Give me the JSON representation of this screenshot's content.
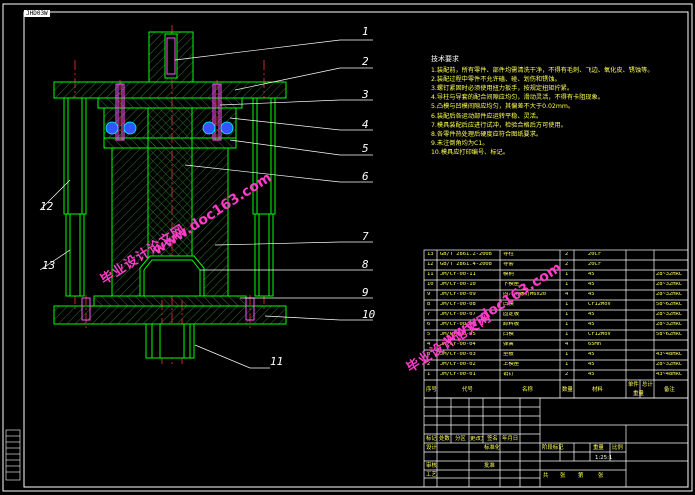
{
  "sheet_tag": "JHD03W",
  "part_labels": [
    "1",
    "2",
    "3",
    "4",
    "5",
    "6",
    "7",
    "8",
    "9",
    "10",
    "11",
    "12",
    "13"
  ],
  "notes": {
    "title": "技术要求",
    "items": [
      "1.装配前，所有零件、部件均需清洗干净，不得有毛刺、飞边、氧化皮、锈蚀等。",
      "2.装配过程中零件不允许磕、碰、划伤和锈蚀。",
      "3.螺钉紧固时必须使用扭力扳手，按规定扭矩拧紧。",
      "4.导柱与导套的配合间隙应均匀，滑动灵活，不得有卡阻现象。",
      "5.凸模与凹模间隙应均匀，其偏差不大于0.02mm。",
      "6.装配后各运动部件应运转平稳、灵活。",
      "7.模具装配后应进行试冲，检验合格后方可使用。",
      "8.各零件热处理后硬度应符合图纸要求。",
      "9.未注倒角均为C1。",
      "10.模具应打印编号、标记。"
    ]
  },
  "watermark": {
    "url": "www.doc163.com",
    "cn": "毕业设计论文网"
  },
  "bom": {
    "rows": [
      {
        "no": "13",
        "code": "GB/T 2861.2-2008",
        "name": "导柱",
        "qty": "2",
        "mat": "20Cr",
        "note": ""
      },
      {
        "no": "12",
        "code": "GB/T 2861.4-2008",
        "name": "导套",
        "qty": "2",
        "mat": "20Cr",
        "note": ""
      },
      {
        "no": "11",
        "code": "JM/CY-00-11",
        "name": "模柄",
        "qty": "1",
        "mat": "45",
        "note": "28~32HRC"
      },
      {
        "no": "10",
        "code": "JM/CY-00-10",
        "name": "下模座",
        "qty": "1",
        "mat": "45",
        "note": "28~32HRC"
      },
      {
        "no": "9",
        "code": "JM/CY-00-09",
        "name": "内六角螺钉M6x20",
        "qty": "4",
        "mat": "45",
        "note": "28~32HRC"
      },
      {
        "no": "8",
        "code": "JM/CY-00-08",
        "name": "凹模",
        "qty": "1",
        "mat": "Cr12MoV",
        "note": "58~62HRC"
      },
      {
        "no": "7",
        "code": "JM/CY-00-07",
        "name": "固定板",
        "qty": "1",
        "mat": "45",
        "note": "28~32HRC"
      },
      {
        "no": "6",
        "code": "JM/CY-00-06",
        "name": "卸料板",
        "qty": "1",
        "mat": "45",
        "note": "28~32HRC"
      },
      {
        "no": "5",
        "code": "JM/CY-00-05",
        "name": "凸模",
        "qty": "1",
        "mat": "Cr12MoV",
        "note": "58~62HRC"
      },
      {
        "no": "4",
        "code": "JM/CY-00-04",
        "name": "弹簧",
        "qty": "4",
        "mat": "65Mn",
        "note": ""
      },
      {
        "no": "3",
        "code": "JM/CY-00-03",
        "name": "垫板",
        "qty": "1",
        "mat": "45",
        "note": "43~48HRC"
      },
      {
        "no": "2",
        "code": "JM/CY-00-02",
        "name": "上模座",
        "qty": "1",
        "mat": "45",
        "note": "28~32HRC"
      },
      {
        "no": "1",
        "code": "JM/CY-00-01",
        "name": "销钉",
        "qty": "2",
        "mat": "45",
        "note": "43~48HRC"
      }
    ],
    "header": {
      "no": "序号",
      "code": "代号",
      "name": "名称",
      "qty": "数量",
      "mat": "材料",
      "unit": "单件",
      "total": "总计",
      "weight": "重量",
      "note": "备注"
    }
  },
  "title_block": {
    "row_labels": [
      "标记",
      "处数",
      "分区",
      "更改文件号",
      "签名",
      "年月日"
    ],
    "left_labels": [
      "设计",
      "审核",
      "工艺"
    ],
    "mid_labels": [
      "标准化",
      "批准"
    ],
    "stage": [
      "阶段标记",
      "重量",
      "比例"
    ],
    "scale": "1:25:1",
    "sheet": [
      "共",
      "张",
      "第",
      "张"
    ]
  }
}
